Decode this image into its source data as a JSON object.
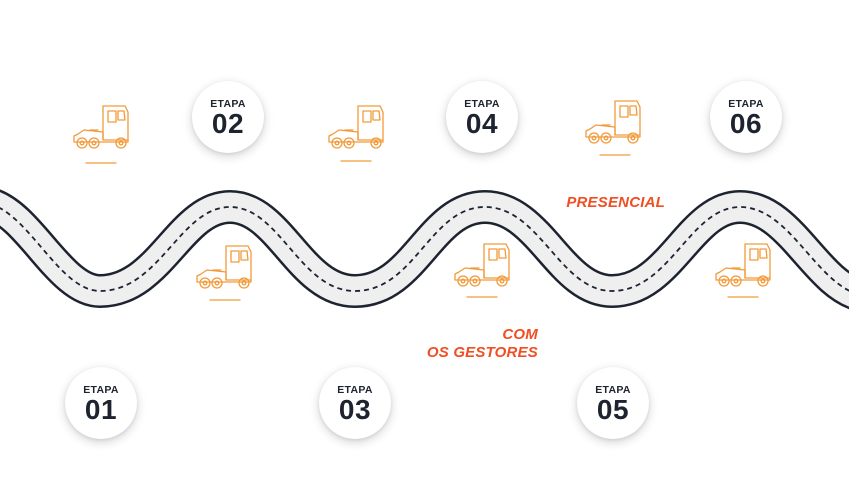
{
  "colors": {
    "accent": "#f04e23",
    "truck_stroke": "#f29a3b",
    "road_fill": "#efefef",
    "road_border": "#1d2430",
    "road_dash": "#1d2430",
    "text_dark": "#1d2430"
  },
  "stages": [
    {
      "label": "ETAPA",
      "number": "01"
    },
    {
      "label": "ETAPA",
      "number": "02"
    },
    {
      "label": "ETAPA",
      "number": "03"
    },
    {
      "label": "ETAPA",
      "number": "04"
    },
    {
      "label": "ETAPA",
      "number": "05"
    },
    {
      "label": "ETAPA",
      "number": "06"
    }
  ],
  "callouts": {
    "presencial": "PRESENCIAL",
    "gestores_line1": "COM",
    "gestores_line2": "OS GESTORES"
  },
  "icons": {
    "truck": "truck-icon"
  }
}
